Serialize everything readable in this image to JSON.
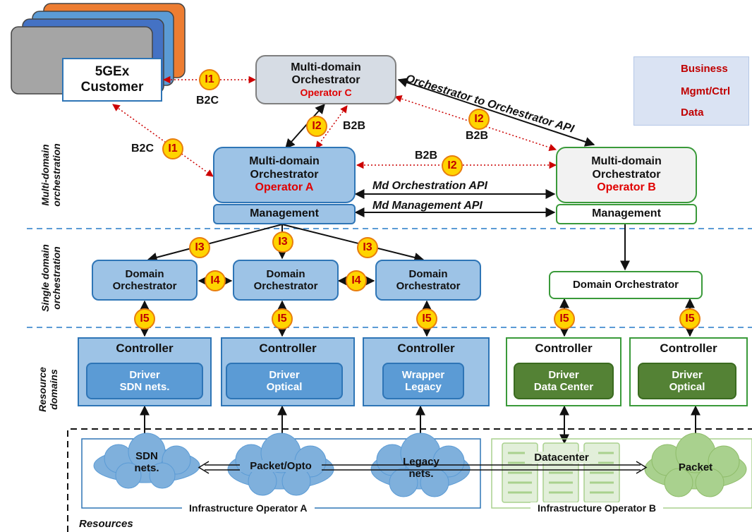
{
  "customer": {
    "line1": "5GEx",
    "line2": "Customer"
  },
  "orchestrators": {
    "opC": {
      "line1": "Multi-domain",
      "line2": "Orchestrator",
      "operator": "Operator C"
    },
    "opA": {
      "line1": "Multi-domain",
      "line2": "Orchestrator",
      "operator": "Operator A"
    },
    "opB": {
      "line1": "Multi-domain",
      "line2": "Orchestrator",
      "operator": "Operator B"
    }
  },
  "management": {
    "a": "Management",
    "b": "Management"
  },
  "domain_orchestrators": {
    "a1": [
      "Domain",
      "Orchestrator"
    ],
    "a2": [
      "Domain",
      "Orchestrator"
    ],
    "a3": [
      "Domain",
      "Orchestrator"
    ],
    "b": "Domain Orchestrator"
  },
  "controllers": [
    {
      "title": "Controller",
      "driver": [
        "Driver",
        "SDN nets."
      ]
    },
    {
      "title": "Controller",
      "driver": [
        "Driver",
        "Optical"
      ]
    },
    {
      "title": "Controller",
      "driver": [
        "Wrapper",
        "Legacy"
      ]
    },
    {
      "title": "Controller",
      "driver": [
        "Driver",
        "Data Center"
      ]
    },
    {
      "title": "Controller",
      "driver": [
        "Driver",
        "Optical"
      ]
    }
  ],
  "resources": {
    "sdn": [
      "SDN",
      "nets."
    ],
    "packet_opto": "Packet/Opto",
    "legacy": [
      "Legacy",
      "nets."
    ],
    "datacenter": "Datacenter",
    "packet": "Packet",
    "infra_a": "Infrastructure Operator A",
    "infra_b": "Infrastructure Operator B",
    "resources_label": "Resources"
  },
  "relations": {
    "b2c_top": "B2C",
    "b2c_left": "B2C",
    "b2b_c_a": "B2B",
    "b2b_c_b": "B2B",
    "b2b_a_b": "B2B",
    "orch_api": "Orchestrator to Orchestrator API",
    "md_orch_api": "Md Orchestration API",
    "md_mgmt_api": "Md Management API"
  },
  "interfaces": {
    "i1_top": "I1",
    "i1_left": "I1",
    "i2_c_a": "I2",
    "i2_c_b": "I2",
    "i2_a_b": "I2",
    "i3_1": "I3",
    "i3_2": "I3",
    "i3_3": "I3",
    "i4_1": "I4",
    "i4_2": "I4",
    "i5_1": "I5",
    "i5_2": "I5",
    "i5_3": "I5",
    "i5_4": "I5",
    "i5_5": "I5"
  },
  "layers": {
    "multi": [
      "Multi-domain",
      "orchestration"
    ],
    "single": [
      "Single domain",
      "orchestration"
    ],
    "resource": [
      "Resource",
      "domains"
    ]
  },
  "legend": {
    "business": "Business",
    "mgmt": "Mgmt/Ctrl",
    "data": "Data"
  },
  "colors": {
    "operator_red": "#e00000",
    "business_arrow": "#cc0000",
    "opA_blue": "#9dc3e6",
    "opB_green": "#3a9a3a",
    "driver_green": "#548235",
    "interface_yellow": "#ffd400"
  }
}
